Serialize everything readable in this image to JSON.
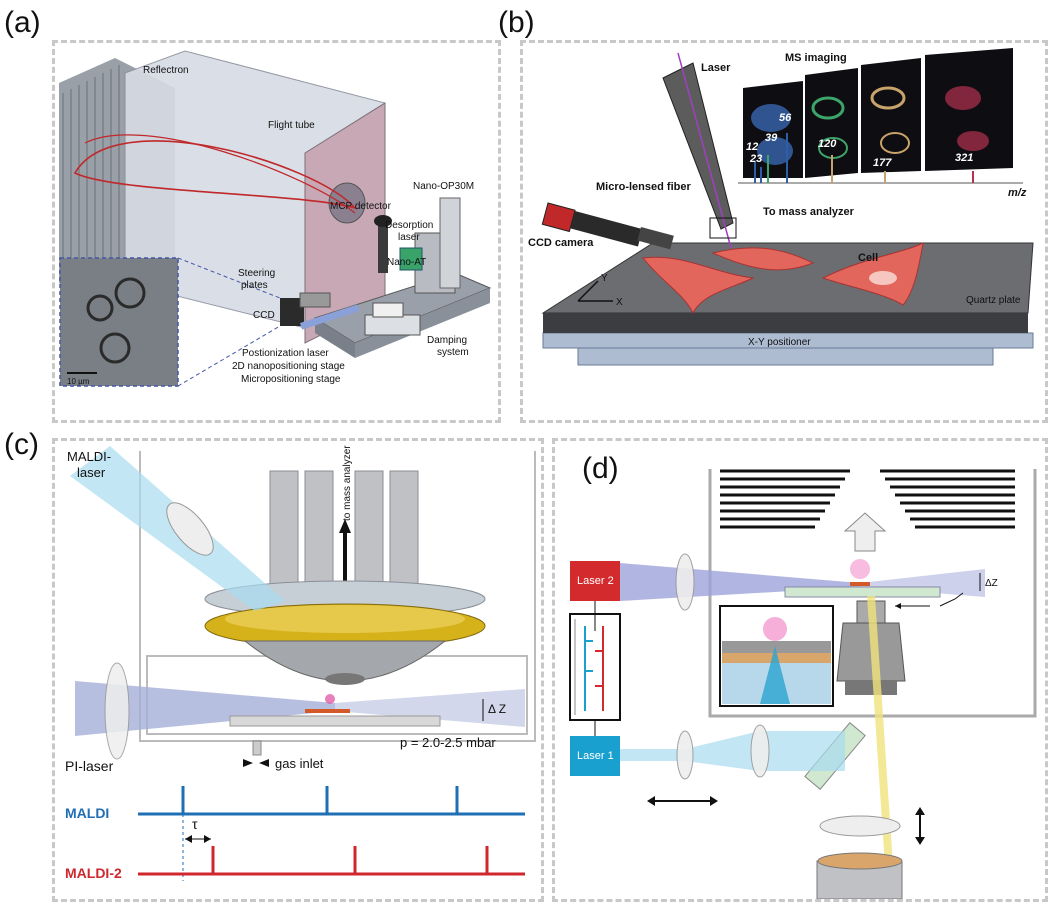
{
  "panels": {
    "a": {
      "letter": "(a)",
      "labels": {
        "reflectron": "Reflectron",
        "flight_tube": "Flight tube",
        "mcp": "MCP detector",
        "nano_op": "Nano-OP30M",
        "desorption": "Desorption",
        "desorption2": "laser",
        "nano_at": "Nano-AT",
        "steering": "Steering",
        "steering2": "plates",
        "ccd": "CCD",
        "postion": "Postionization laser",
        "nano2d": "2D nanopositioning stage",
        "micro": "Micropositioning stage",
        "damping": "Damping",
        "damping2": "system",
        "scale": "10 µm"
      }
    },
    "b": {
      "letter": "(b)",
      "labels": {
        "laser": "Laser",
        "ms_imaging": "MS imaging",
        "micro_fiber": "Micro-lensed fiber",
        "to_mass": "To mass analyzer",
        "ccd_camera": "CCD camera",
        "cell": "Cell",
        "quartz": "Quartz plate",
        "xy": "X-Y positioner",
        "mz": "m/z",
        "axis_x": "X",
        "axis_y": "Y",
        "peaks": [
          "12",
          "23",
          "39",
          "56",
          "120",
          "177",
          "321"
        ]
      }
    },
    "c": {
      "letter": "(c)",
      "labels": {
        "maldi_laser1": "MALDI-",
        "maldi_laser2": "laser",
        "to_mass": "to mass analyzer",
        "delta_z": "Δ Z",
        "pressure": "p = 2.0-2.5 mbar",
        "gas_inlet": "gas inlet",
        "pi_laser": "PI-laser",
        "maldi": "MALDI",
        "maldi2": "MALDI-2",
        "tau": "τ"
      },
      "colors": {
        "maldi": "#1f6fb5",
        "maldi2": "#d0262e"
      }
    },
    "d": {
      "letter": "(d)",
      "labels": {
        "laser2": "Laser 2",
        "laser1": "Laser 1",
        "delta_z": "ΔZ"
      },
      "colors": {
        "laser2": "#d32a2e",
        "laser1": "#1aa0cf"
      }
    }
  }
}
